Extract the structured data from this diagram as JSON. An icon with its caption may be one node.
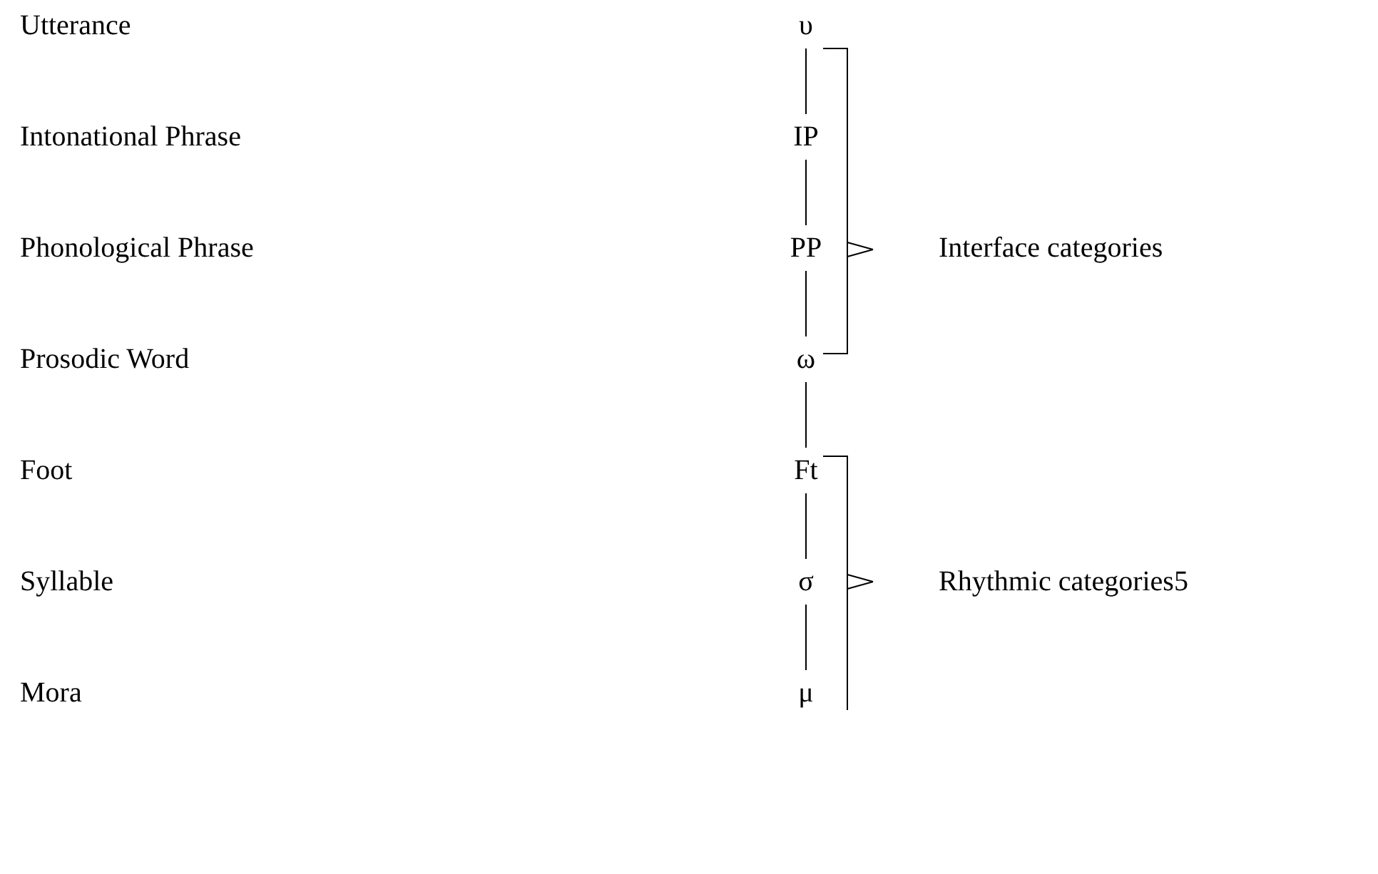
{
  "diagram": {
    "nodes": [
      {
        "text": [
          "υ"
        ]
      },
      {
        "text": [
          "IP"
        ]
      },
      {
        "text": [
          "PP"
        ]
      },
      {
        "text": [
          "ω"
        ]
      },
      {
        "text": [
          "Ft"
        ]
      },
      {
        "text": [
          "σ"
        ]
      },
      {
        "text": [
          "μ"
        ]
      }
    ],
    "edges": [
      {
        "from": 0,
        "to": 1,
        "arrow": "none"
      },
      {
        "from": 1,
        "to": 2,
        "arrow": "none"
      },
      {
        "from": 2,
        "to": 3,
        "arrow": "none"
      },
      {
        "from": 3,
        "to": 4,
        "arrow": "none"
      },
      {
        "from": 4,
        "to": 5,
        "arrow": "none"
      },
      {
        "from": 5,
        "to": 6,
        "arrow": "none"
      }
    ],
    "labels": [
      "Utterance",
      "Intonational Phrase",
      "Phonological Phrase",
      "Interface categories",
      "Prosodic Word",
      "Foot",
      "Syllable",
      "Rhythmic categories5",
      "Mora"
    ]
  }
}
